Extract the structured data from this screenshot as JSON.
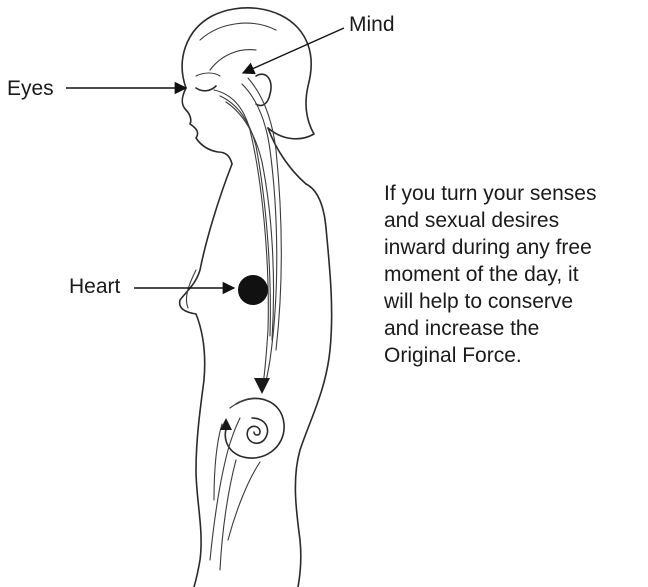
{
  "labels": {
    "mind": "Mind",
    "eyes": "Eyes",
    "heart": "Heart"
  },
  "caption": {
    "lines": [
      "If you turn your senses",
      "and sexual desires",
      "inward during any free",
      "moment of the day, it",
      "will help to conserve",
      "and increase the",
      "Original Force."
    ]
  },
  "colors": {
    "ink": "#2a2a2a",
    "heart_dot": "#111111",
    "background": "#ffffff"
  }
}
